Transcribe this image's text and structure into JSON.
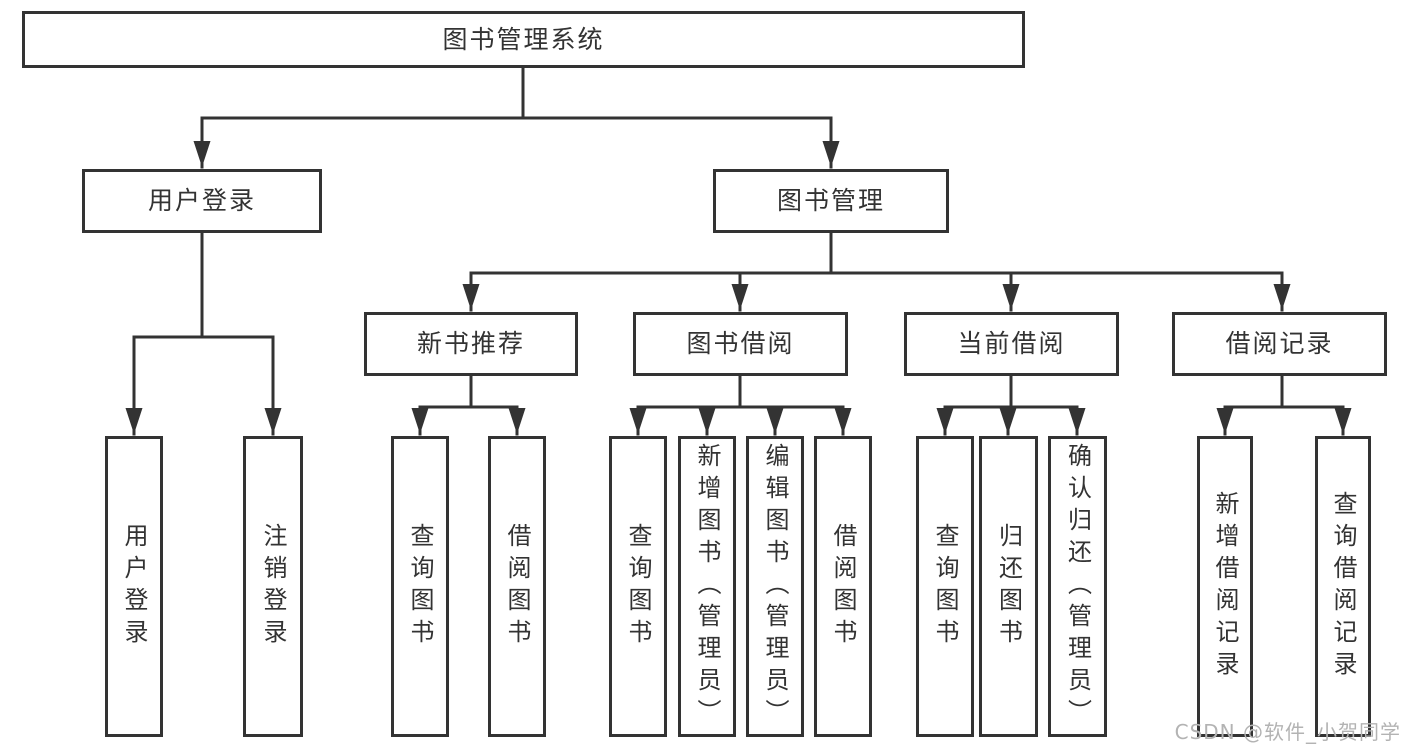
{
  "tree": {
    "label": "图书管理系统",
    "children": [
      {
        "label": "用户登录",
        "children": [
          {
            "label": "用户登录"
          },
          {
            "label": "注销登录"
          }
        ]
      },
      {
        "label": "图书管理",
        "children": [
          {
            "label": "新书推荐",
            "children": [
              {
                "label": "查询图书"
              },
              {
                "label": "借阅图书"
              }
            ]
          },
          {
            "label": "图书借阅",
            "children": [
              {
                "label": "查询图书"
              },
              {
                "label": "新增图书（管理员）"
              },
              {
                "label": "编辑图书（管理员）"
              },
              {
                "label": "借阅图书"
              }
            ]
          },
          {
            "label": "当前借阅",
            "children": [
              {
                "label": "查询图书"
              },
              {
                "label": "归还图书"
              },
              {
                "label": "确认归还（管理员）"
              }
            ]
          },
          {
            "label": "借阅记录",
            "children": [
              {
                "label": "新增借阅记录"
              },
              {
                "label": "查询借阅记录"
              }
            ]
          }
        ]
      }
    ]
  },
  "watermark": "CSDN @软件_小贺同学",
  "colors": {
    "line": "#333333",
    "box_border": "#333333",
    "box_fill": "#ffffff",
    "text": "#333333",
    "watermark": "#b3b3b3",
    "background": "#ffffff"
  }
}
